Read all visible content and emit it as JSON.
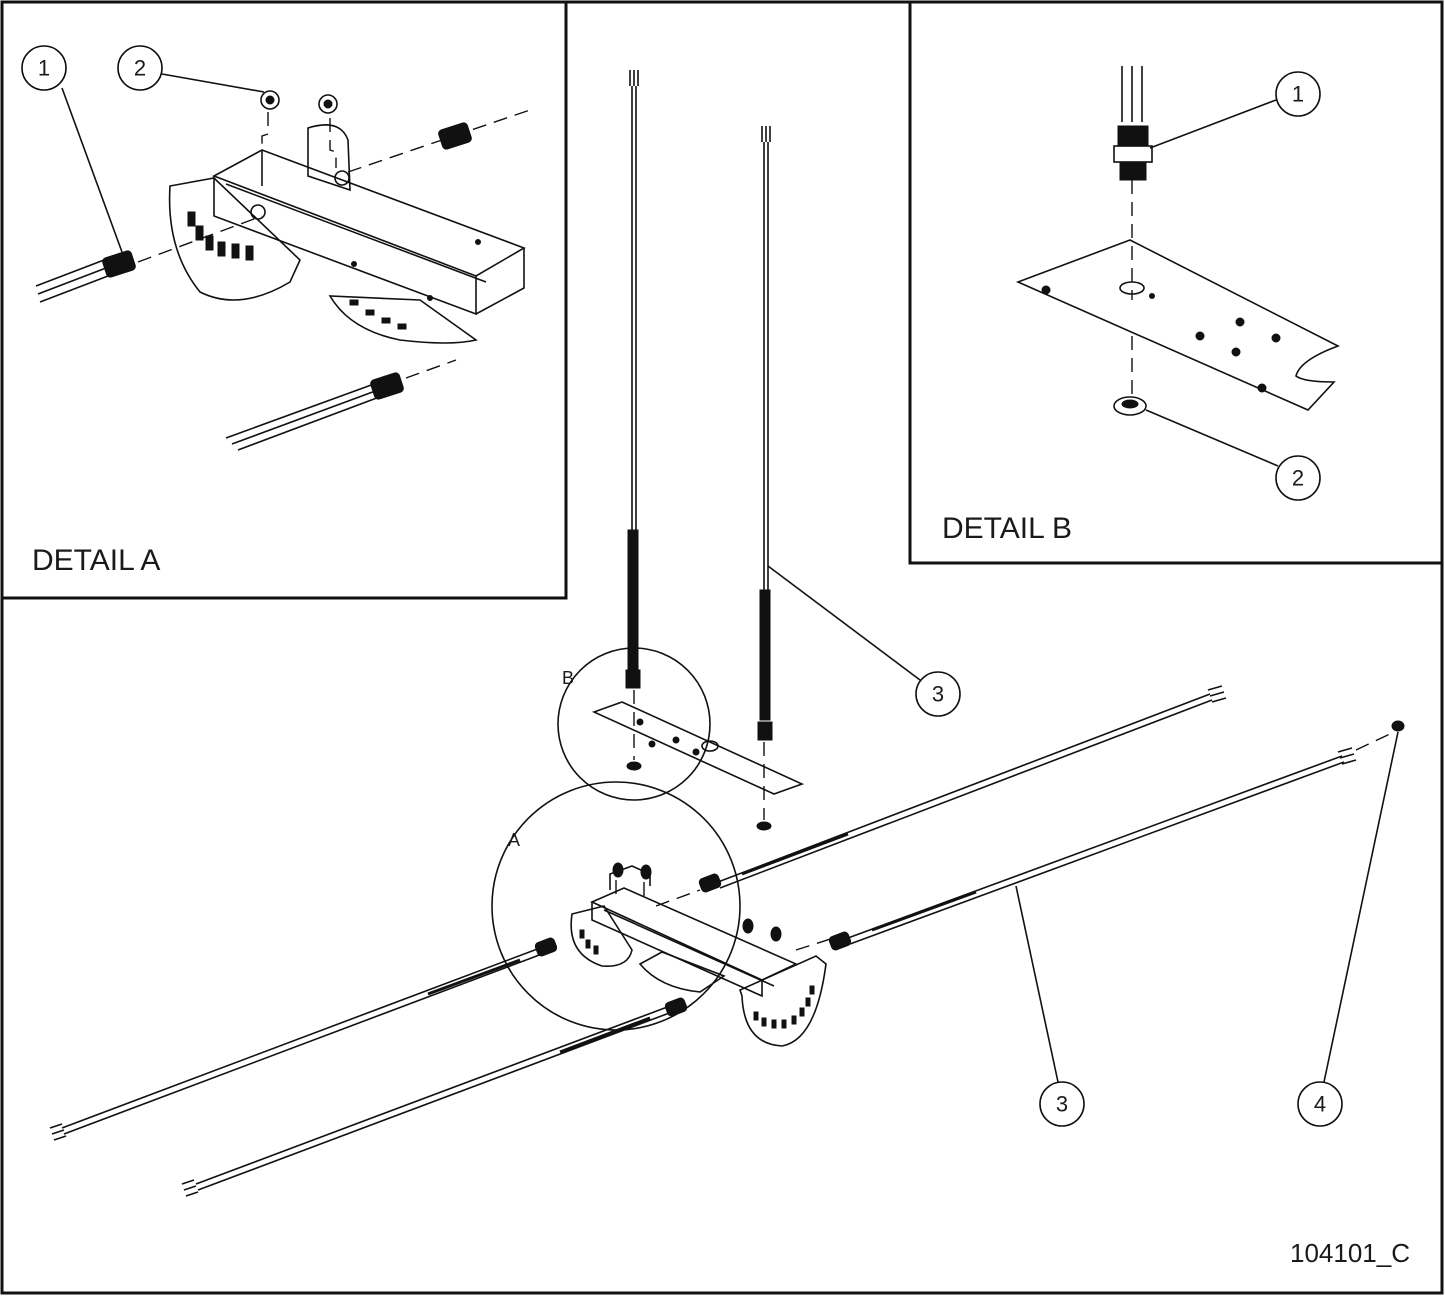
{
  "detail_a": {
    "title": "DETAIL A",
    "balloons": [
      "1",
      "2"
    ]
  },
  "detail_b": {
    "title": "DETAIL B",
    "balloons": [
      "1",
      "2"
    ]
  },
  "main_view": {
    "balloons": [
      "3",
      "3",
      "4"
    ],
    "detail_refs": [
      "A",
      "B"
    ]
  },
  "drawing_number": "104101_C"
}
